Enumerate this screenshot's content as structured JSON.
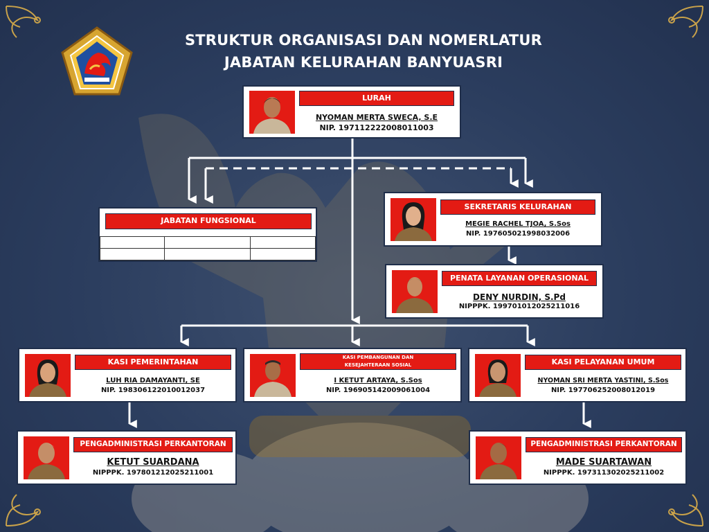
{
  "title": {
    "line1": "STRUKTUR ORGANISASI DAN NOMERLATUR",
    "line2": "JABATAN KELURAHAN BANYUASRI"
  },
  "colors": {
    "accent_red": "#e31b14",
    "background": "#2a3c5e",
    "gold": "#c9a24a"
  },
  "lurah": {
    "role": "LURAH",
    "name": "NYOMAN MERTA SWECA, S.E",
    "id": "NIP. 197112222008011003"
  },
  "fungsional": {
    "role": "JABATAN FUNGSIONAL"
  },
  "sekretaris": {
    "role": "SEKRETARIS KELURAHAN",
    "name": "MEGIE RACHEL TJOA, S.Sos",
    "id": "NIP.  197605021998032006"
  },
  "penata": {
    "role": "PENATA LAYANAN OPERASIONAL",
    "name": "DENY NURDIN, S.Pd",
    "id": "NIPPPK. 199701012025211016"
  },
  "kasi_pemerintahan": {
    "role": "KASI PEMERINTAHAN",
    "name": "LUH RIA DAMAYANTI, SE",
    "id": "NIP. 198306122010012037"
  },
  "kasi_pembangunan": {
    "role_line1": "KASI PEMBANGUNAN DAN",
    "role_line2": "KESEJAHTERAAN SOSIAL",
    "name": "I KETUT ARTAYA, S.Sos",
    "id": "NIP. 196905142009061004"
  },
  "kasi_pelayanan": {
    "role": "KASI PELAYANAN UMUM",
    "name": "NYOMAN SRI MERTA YASTINI, S.Sos",
    "id": "NIP. 197706252008012019"
  },
  "admin_left": {
    "role": "PENGADMINISTRASI PERKANTORAN",
    "name": "KETUT SUARDANA",
    "id": "NIPPPK. 197801212025211001"
  },
  "admin_right": {
    "role": "PENGADMINISTRASI PERKANTORAN",
    "name": "MADE SUARTAWAN",
    "id": "NIPPPK. 197311302025211002"
  }
}
